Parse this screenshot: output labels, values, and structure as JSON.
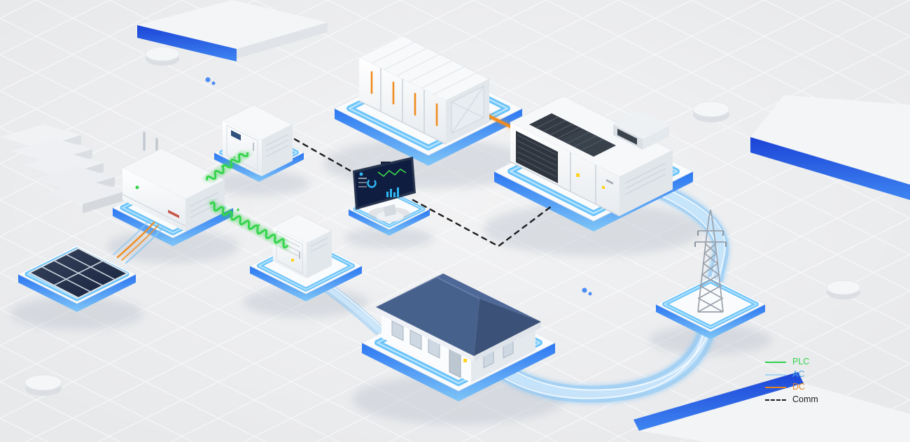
{
  "scene": {
    "colors": {
      "bg": "#e8e9eb",
      "accent": "#1f66f0",
      "glow": "#3fb3f8",
      "plc": "#35d44c",
      "ac": "#8cc8f5",
      "dc": "#f08c1e",
      "comm": "#1d1d1f"
    }
  },
  "legend": {
    "items": [
      {
        "label": "PLC",
        "label_color": "#2fd249",
        "line_color": "#2fd249",
        "line_style": "solid"
      },
      {
        "label": "AC",
        "label_color": "#4aa3e8",
        "line_color": "#a8d4f2",
        "line_style": "solid"
      },
      {
        "label": "DC",
        "label_color": "#e8821b",
        "line_color": "#e8821b",
        "line_style": "solid"
      },
      {
        "label": "Comm",
        "label_color": "#1c1c1e",
        "line_color": "#1c1c1e",
        "line_style": "dashed"
      }
    ]
  }
}
